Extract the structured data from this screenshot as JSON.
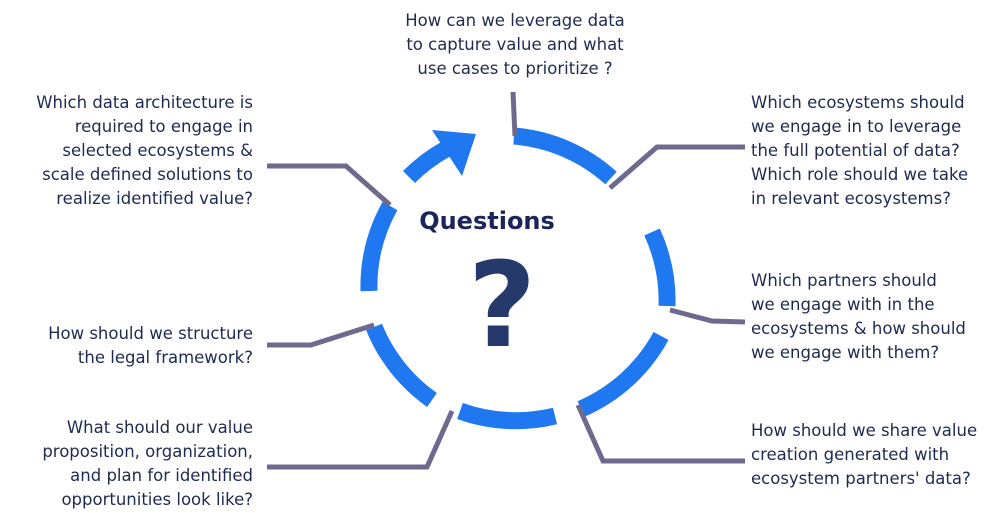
{
  "center": {
    "title": "Questions",
    "symbol": "?"
  },
  "questions": {
    "top": "How can we leverage data\nto capture value and what\nuse cases to prioritize ?",
    "top_right": "Which ecosystems should\nwe engage in to leverage\nthe full potential of data?\nWhich role should we take\nin relevant ecosystems?",
    "right": "Which partners should\nwe engage with in the\necosystems & how should\nwe engage with them?",
    "bottom_right": "How should we share value\ncreation generated with\necosystem partners' data?",
    "bottom_left": "What should our value\nproposition, organization,\nand plan for identified\nopportunities look like?",
    "left": "How should we structure\nthe legal framework?",
    "top_left": "Which data architecture is\nrequired to engage in\nselected ecosystems &\nscale defined solutions to\nrealize identified value?"
  },
  "colors": {
    "ring": "#1f78f0",
    "connector": "#6e6a8e",
    "text": "#1f2a52",
    "title": "#1b2559",
    "question_mark": "#253a6b"
  }
}
